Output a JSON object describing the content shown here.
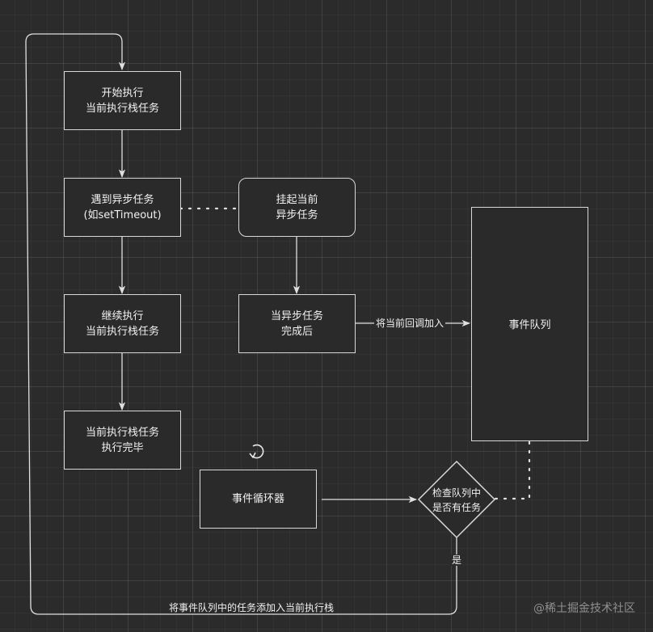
{
  "nodes": {
    "start_exec": {
      "line1": "开始执行",
      "line2": "当前执行栈任务"
    },
    "meet_async": {
      "line1": "遇到异步任务",
      "line2": "(如setTimeout)"
    },
    "suspend": {
      "line1": "挂起当前",
      "line2": "异步任务"
    },
    "continue_exec": {
      "line1": "继续执行",
      "line2": "当前执行栈任务"
    },
    "async_done": {
      "line1": "当异步任务",
      "line2": "完成后"
    },
    "stack_done": {
      "line1": "当前执行栈任务",
      "line2": "执行完毕"
    },
    "event_loop": {
      "label": "事件循环器"
    },
    "event_queue": {
      "label": "事件队列"
    },
    "check_queue": {
      "line1": "检查队列中",
      "line2": "是否有任务"
    }
  },
  "edge_labels": {
    "add_callback": "将当前回调加入",
    "yes": "是",
    "push_to_stack": "将事件队列中的任务添加入当前执行栈"
  },
  "watermark": "@稀土掘金技术社区",
  "colors": {
    "background": "#2b2b2b",
    "stroke": "#d8d8d8",
    "text": "#f2f2f2"
  }
}
